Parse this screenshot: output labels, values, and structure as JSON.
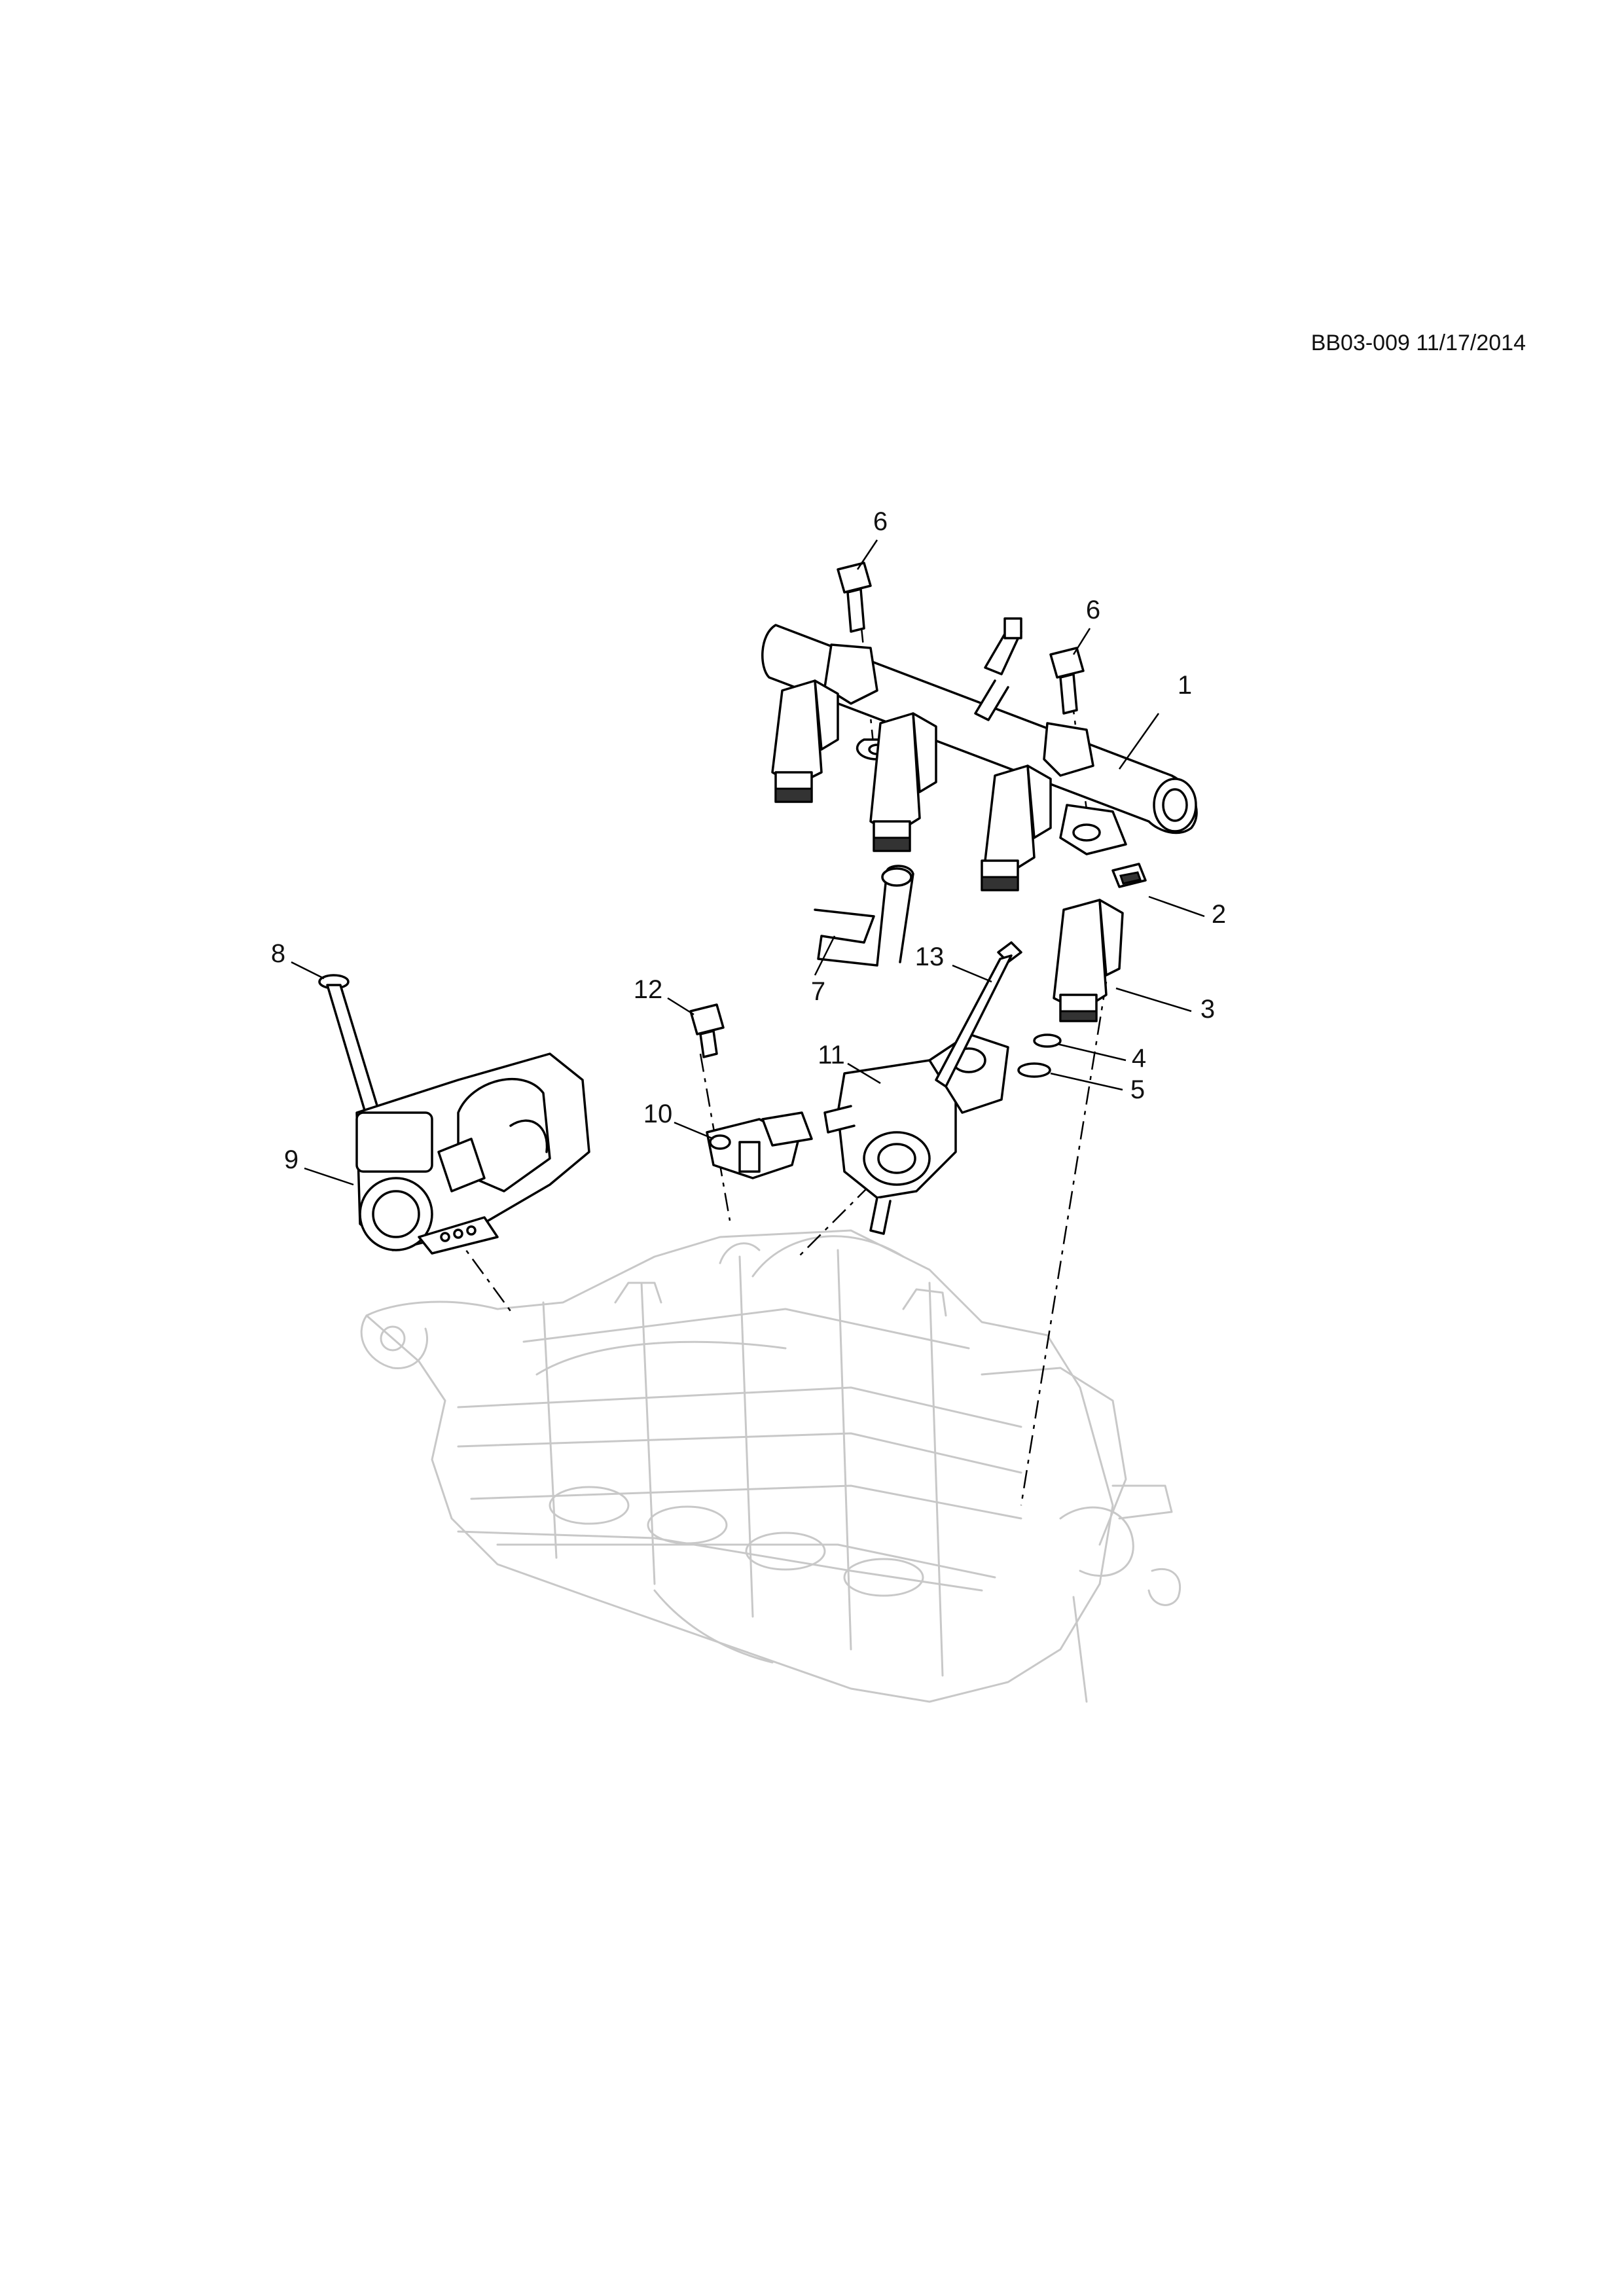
{
  "header": {
    "doc_id": "BB03-009 11/17/2014"
  },
  "callouts": [
    {
      "id": "1",
      "label": "1"
    },
    {
      "id": "2",
      "label": "2"
    },
    {
      "id": "3",
      "label": "3"
    },
    {
      "id": "4",
      "label": "4"
    },
    {
      "id": "5",
      "label": "5"
    },
    {
      "id": "6a",
      "label": "6"
    },
    {
      "id": "6b",
      "label": "6"
    },
    {
      "id": "7",
      "label": "7"
    },
    {
      "id": "8",
      "label": "8"
    },
    {
      "id": "9",
      "label": "9"
    },
    {
      "id": "10",
      "label": "10"
    },
    {
      "id": "11",
      "label": "11"
    },
    {
      "id": "12",
      "label": "12"
    },
    {
      "id": "13",
      "label": "13"
    }
  ]
}
